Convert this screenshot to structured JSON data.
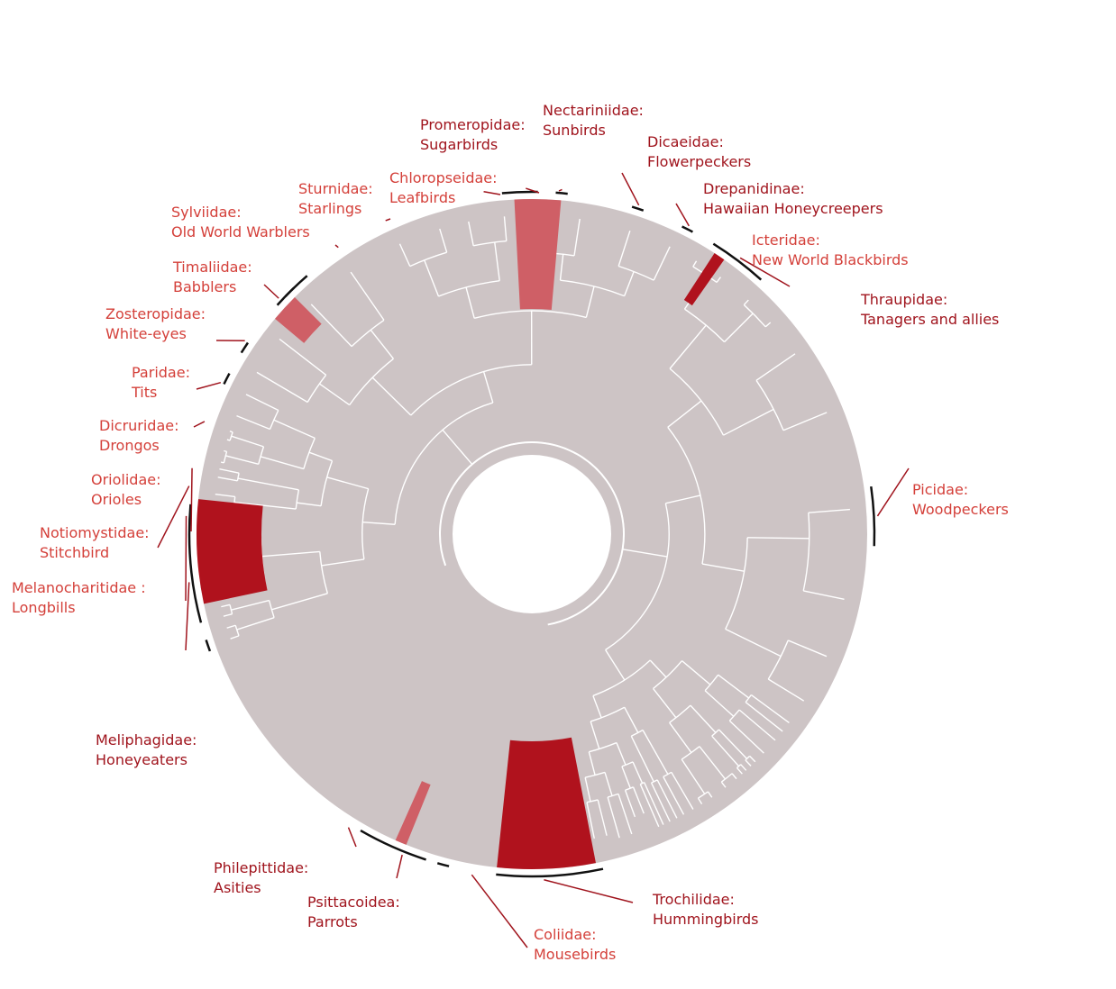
{
  "colors": {
    "tree_grey": "#cdc4c5",
    "branch_white": "#ffffff",
    "nectar_light": "#cf5f66",
    "nectar_dark": "#b0121d",
    "label_dark": "#a0141d",
    "label_light": "#d4403a",
    "clade_bar": "#111111"
  },
  "labels": [
    {
      "id": "promeropidae",
      "family": "Promeropidae:",
      "common": "Sugarbirds",
      "tone": "dark"
    },
    {
      "id": "nectariniidae",
      "family": "Nectariniidae:",
      "common": "Sunbirds",
      "tone": "dark"
    },
    {
      "id": "dicaeidae",
      "family": "Dicaeidae:",
      "common": "Flowerpeckers",
      "tone": "dark"
    },
    {
      "id": "drepanidinae",
      "family": "Drepanidinae:",
      "common": "Hawaiian Honeycreepers",
      "tone": "dark"
    },
    {
      "id": "icteridae",
      "family": "Icteridae:",
      "common": "New World Blackbirds",
      "tone": "light"
    },
    {
      "id": "thraupidae",
      "family": "Thraupidae:",
      "common": "Tanagers and allies",
      "tone": "dark"
    },
    {
      "id": "picidae",
      "family": "Picidae:",
      "common": "Woodpeckers",
      "tone": "light"
    },
    {
      "id": "trochilidae",
      "family": "Trochilidae:",
      "common": "Hummingbirds",
      "tone": "dark"
    },
    {
      "id": "coliidae",
      "family": "Coliidae:",
      "common": "Mousebirds",
      "tone": "light"
    },
    {
      "id": "psittacoidea",
      "family": "Psittacoidea:",
      "common": "Parrots",
      "tone": "dark"
    },
    {
      "id": "philepittidae",
      "family": "Philepittidae:",
      "common": "Asities",
      "tone": "dark"
    },
    {
      "id": "meliphagidae",
      "family": "Meliphagidae:",
      "common": "Honeyeaters",
      "tone": "dark"
    },
    {
      "id": "melanocharitidae",
      "family": "Melanocharitidae :",
      "common": "Longbills",
      "tone": "light"
    },
    {
      "id": "notiomystidae",
      "family": "Notiomystidae:",
      "common": "Stitchbird",
      "tone": "light"
    },
    {
      "id": "oriolidae",
      "family": "Oriolidae:",
      "common": "Orioles",
      "tone": "light"
    },
    {
      "id": "dicruridae",
      "family": "Dicruridae:",
      "common": "Drongos",
      "tone": "light"
    },
    {
      "id": "paridae",
      "family": "Paridae:",
      "common": "Tits",
      "tone": "light"
    },
    {
      "id": "zosteropidae",
      "family": "Zosteropidae:",
      "common": "White-eyes",
      "tone": "light"
    },
    {
      "id": "timaliidae",
      "family": "Timaliidae:",
      "common": "Babblers",
      "tone": "light"
    },
    {
      "id": "sylviidae",
      "family": "Sylviidae:",
      "common": "Old World Warblers",
      "tone": "light"
    },
    {
      "id": "sturnidae",
      "family": "Sturnidae:",
      "common": "Starlings",
      "tone": "light"
    },
    {
      "id": "chloropseidae",
      "family": "Chloropseidae:",
      "common": "Leafbirds",
      "tone": "light"
    }
  ]
}
